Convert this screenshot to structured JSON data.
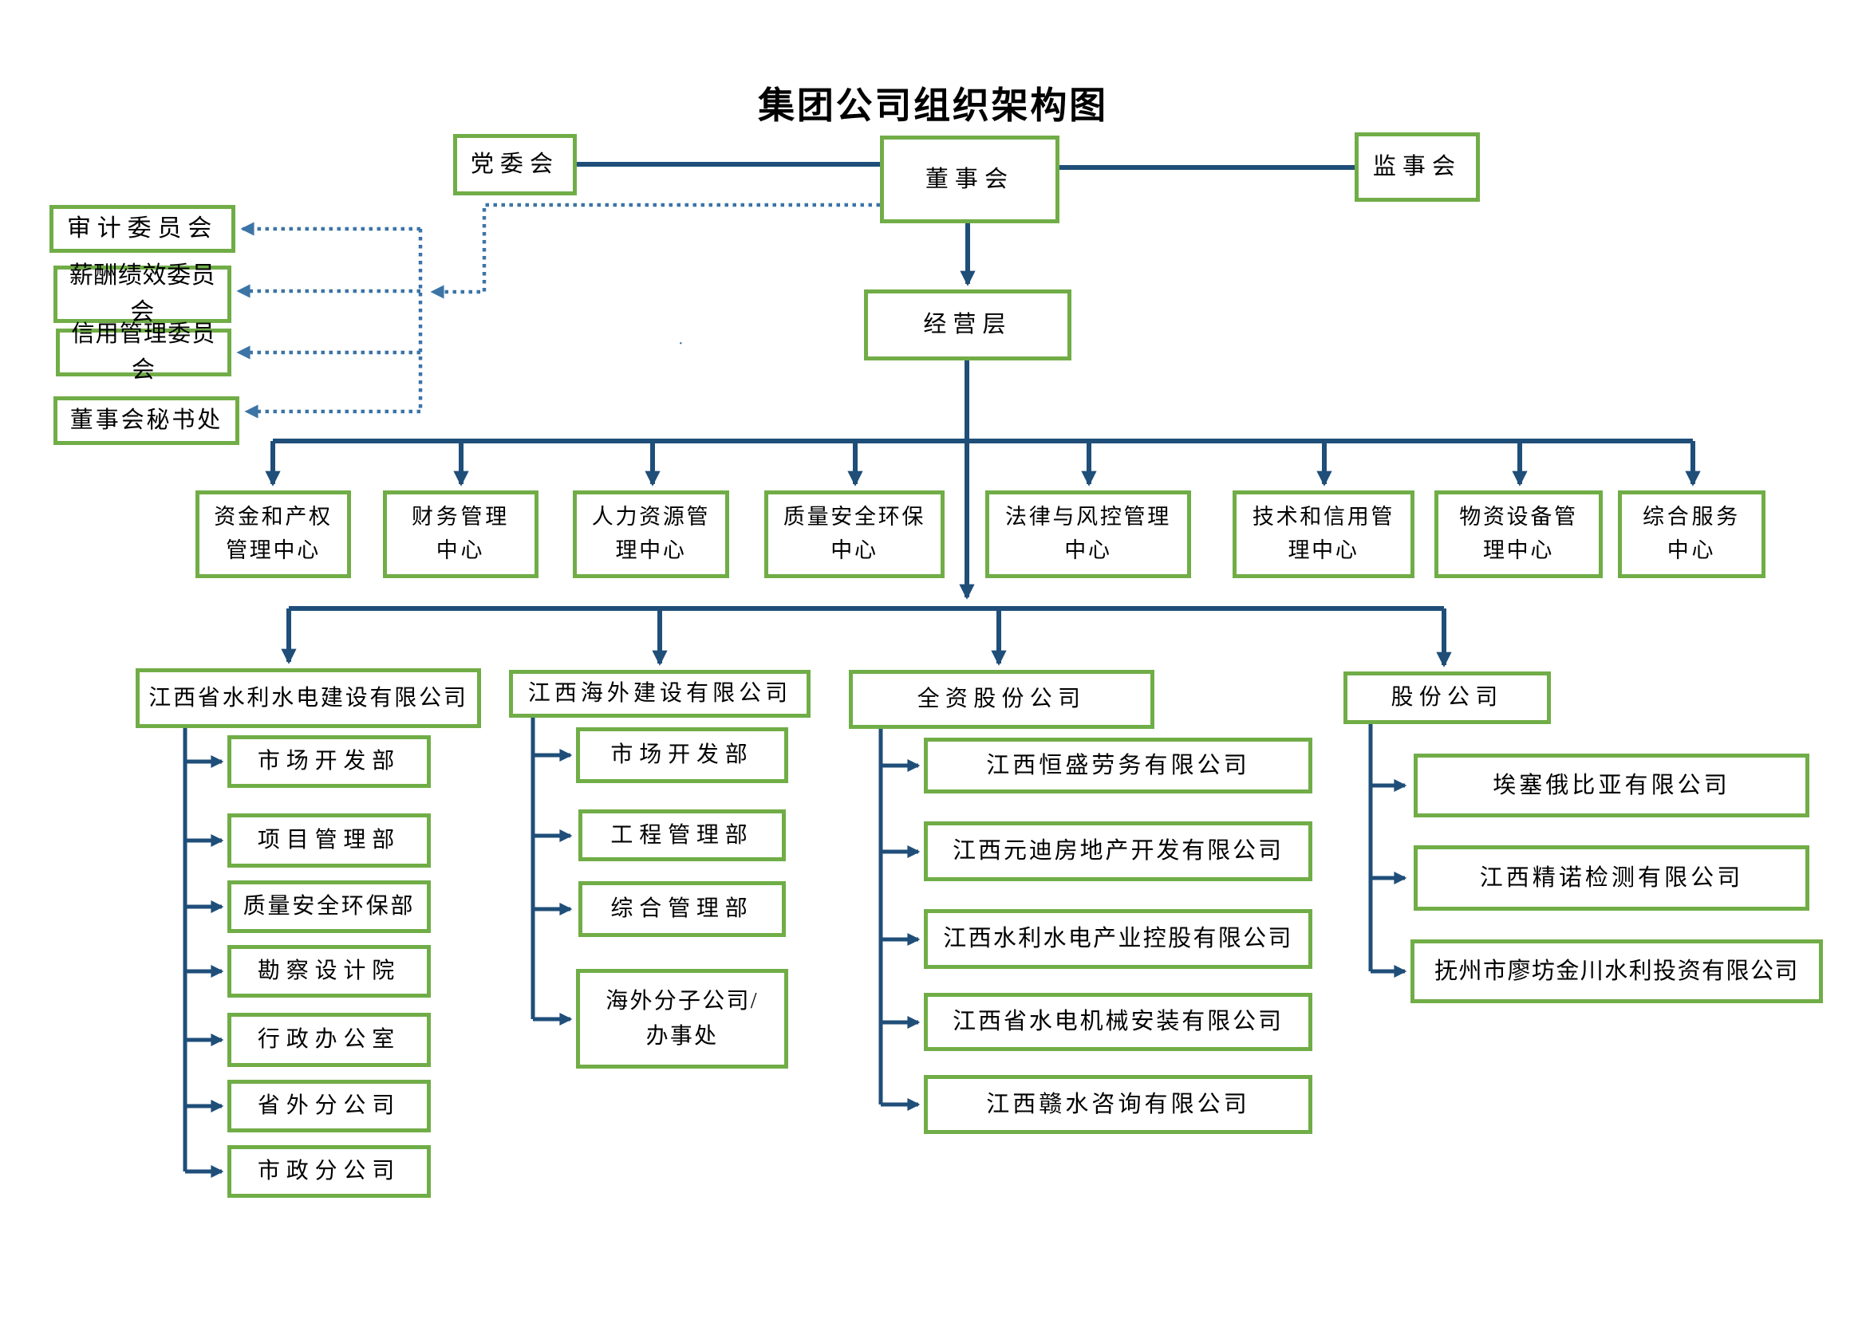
{
  "title": "集团公司组织架构图",
  "stray_mark": "·",
  "colors": {
    "box_border": "#70AD47",
    "solid_line": "#1F4E79",
    "dotted_line": "#3C74A6",
    "text": "#000000",
    "background": "#FFFFFF"
  },
  "org": {
    "top": [
      {
        "id": "party-committee",
        "label": "党委会"
      },
      {
        "id": "board-of-directors",
        "label": "董事会"
      },
      {
        "id": "supervisory-board",
        "label": "监事会"
      }
    ],
    "board_committees": [
      {
        "id": "audit-committee",
        "label": "审计委员会"
      },
      {
        "id": "compensation-performance-committee",
        "label": "薪酬绩效委员会"
      },
      {
        "id": "credit-management-committee",
        "label": "信用管理委员会"
      },
      {
        "id": "board-secretariat",
        "label": "董事会秘书处"
      }
    ],
    "management": {
      "id": "management-level",
      "label": "经营层"
    },
    "centers": [
      {
        "id": "center-funds-property",
        "label": "资金和产权\n管理中心"
      },
      {
        "id": "center-finance",
        "label": "财务管理\n中心"
      },
      {
        "id": "center-hr",
        "label": "人力资源管\n理中心"
      },
      {
        "id": "center-quality-safety-env",
        "label": "质量安全环保\n中心"
      },
      {
        "id": "center-legal-risk",
        "label": "法律与风控管理\n中心"
      },
      {
        "id": "center-tech-credit",
        "label": "技术和信用管\n理中心"
      },
      {
        "id": "center-materials-equipment",
        "label": "物资设备管\n理中心"
      },
      {
        "id": "center-general-services",
        "label": "综合服务\n中心"
      }
    ],
    "companies": [
      {
        "id": "company-jx-water-construction",
        "label": "江西省水利水电建设有限公司",
        "children": [
          {
            "id": "dept-market-dev-1",
            "label": "市场开发部"
          },
          {
            "id": "dept-project-mgmt",
            "label": "项目管理部"
          },
          {
            "id": "dept-quality-safety-env",
            "label": "质量安全环保部"
          },
          {
            "id": "dept-survey-design",
            "label": "勘察设计院"
          },
          {
            "id": "dept-admin-office",
            "label": "行政办公室"
          },
          {
            "id": "dept-out-province-branch",
            "label": "省外分公司"
          },
          {
            "id": "dept-municipal-branch",
            "label": "市政分公司"
          }
        ]
      },
      {
        "id": "company-jx-overseas-construction",
        "label": "江西海外建设有限公司",
        "children": [
          {
            "id": "dept-market-dev-2",
            "label": "市场开发部"
          },
          {
            "id": "dept-engineering-mgmt",
            "label": "工程管理部"
          },
          {
            "id": "dept-general-mgmt",
            "label": "综合管理部"
          },
          {
            "id": "dept-overseas-subsidiaries",
            "label": "海外分子公司/\n办事处"
          }
        ]
      },
      {
        "id": "company-wholly-owned",
        "label": "全资股份公司",
        "children": [
          {
            "id": "sub-hengsheng-labor",
            "label": "江西恒盛劳务有限公司"
          },
          {
            "id": "sub-yuandi-realestate",
            "label": "江西元迪房地产开发有限公司"
          },
          {
            "id": "sub-industry-holding",
            "label": "江西水利水电产业控股有限公司"
          },
          {
            "id": "sub-machinery-installation",
            "label": "江西省水电机械安装有限公司"
          },
          {
            "id": "sub-ganshui-consulting",
            "label": "江西赣水咨询有限公司"
          }
        ]
      },
      {
        "id": "company-shareholding",
        "label": "股份公司",
        "children": [
          {
            "id": "sub-ethiopia",
            "label": "埃塞俄比亚有限公司"
          },
          {
            "id": "sub-jingnuo-testing",
            "label": "江西精诺检测有限公司"
          },
          {
            "id": "sub-fuzhou-liaofang",
            "label": "抚州市廖坊金川水利投资有限公司"
          }
        ]
      }
    ]
  }
}
